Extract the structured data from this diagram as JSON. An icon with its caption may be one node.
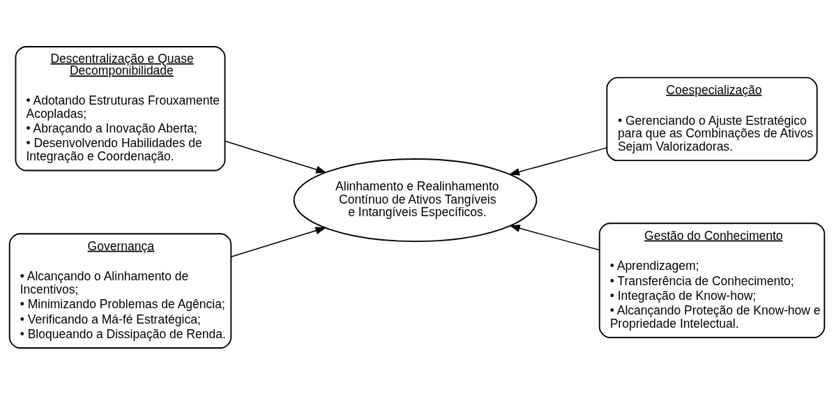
{
  "diagram": {
    "nodes": [
      {
        "text": [
          "Descentralização e Quase Decomponibilidade",
          "• Adotando Estruturas Frouxamente Acopladas;",
          "• Abraçando a Inovação Aberta;",
          "• Desenvolvendo Habilidades de Integração e Coordenação."
        ]
      },
      {
        "text": [
          "Coespecialização",
          "• Gerenciando o Ajuste Estratégico para que as Combinações de Ativos Sejam Valorizadoras."
        ]
      },
      {
        "text": [
          "Alinhamento e Realinhamento Contínuo de Ativos Tangíveis e Intangíveis Específicos."
        ]
      },
      {
        "text": [
          "Governança",
          "• Alcançando o Alinhamento de Incentivos;",
          "• Minimizando Problemas de Agência;",
          "• Verificando a Má-fé Estratégica;",
          "• Bloqueando a Dissipação de Renda."
        ]
      },
      {
        "text": [
          "Gestão do Conhecimento",
          "• Aprendizagem;",
          "• Transferência de Conhecimento;",
          "• Integração de Know-how;",
          "• Alcançando Proteção de Know-how e Propriedade Intelectual."
        ]
      }
    ],
    "edges": [
      {
        "from": 0,
        "to": 2,
        "arrow": "to"
      },
      {
        "from": 1,
        "to": 2,
        "arrow": "to"
      },
      {
        "from": 3,
        "to": 2,
        "arrow": "to"
      },
      {
        "from": 4,
        "to": 2,
        "arrow": "to"
      }
    ]
  }
}
